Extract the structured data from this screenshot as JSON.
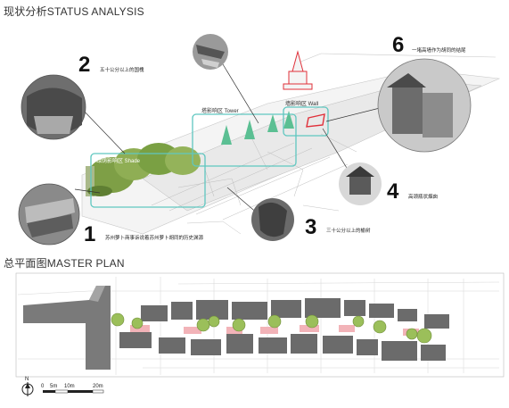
{
  "sections": {
    "analysis_title": "现状分析STATUS ANALYSIS",
    "plan_title": "总平面图MASTER PLAN"
  },
  "callouts": [
    {
      "num": "1",
      "caption": "苏州萝卜商事诉说着苏州萝卜胡同的历史渊源"
    },
    {
      "num": "2",
      "caption": "五十公分以上的国槐"
    },
    {
      "num": "3",
      "caption": "三十公分以上的榆树"
    },
    {
      "num": "4",
      "caption": "高颈瓶状烟囱"
    },
    {
      "num": "6",
      "caption": "一堵高墙作为胡同的结尾"
    }
  ],
  "zones": {
    "shade": "绿荫影响区 Shade",
    "tower": "塔影响区 Tower",
    "wall": "墙影响区 Wall"
  },
  "scale_bar": {
    "north": "N",
    "labels": [
      "0",
      "5m",
      "10m",
      "20m"
    ]
  },
  "colors": {
    "zone_outline": "#5fc7c0",
    "wall_highlight": "#e0303a",
    "building": "#6b6b6b",
    "courtyard_pink": "#f2b3b8",
    "tree": "#9bbf5a"
  }
}
